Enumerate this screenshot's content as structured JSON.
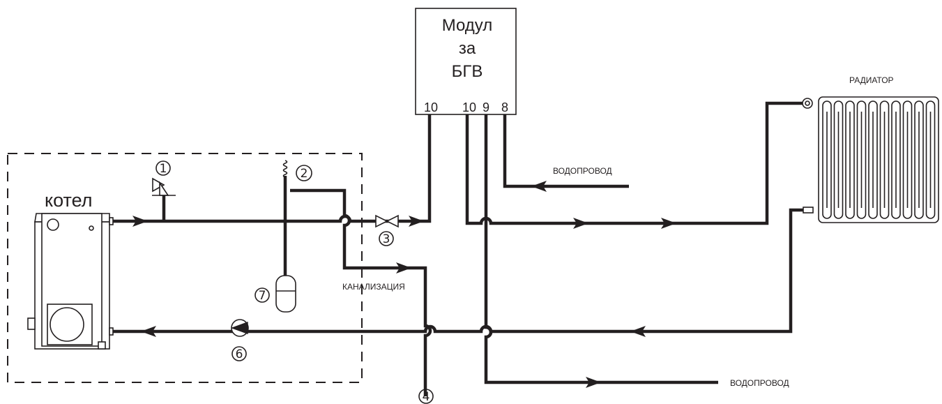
{
  "module": {
    "line1": "Модул",
    "line2": "за",
    "line3": "БГВ"
  },
  "ports": {
    "p10a": "10",
    "p10b": "10",
    "p9": "9",
    "p8": "8"
  },
  "labels": {
    "boiler": "котел",
    "radiator": "РАДИАТОР",
    "water_supply_top": "ВОДОПРОВОД",
    "water_supply_bottom": "ВОДОПРОВОД",
    "sewage": "КАНАЛИЗАЦИЯ"
  },
  "numbers": {
    "n1": "1",
    "n2": "2",
    "n3": "3",
    "n4": "4",
    "n6": "6",
    "n7": "7"
  }
}
